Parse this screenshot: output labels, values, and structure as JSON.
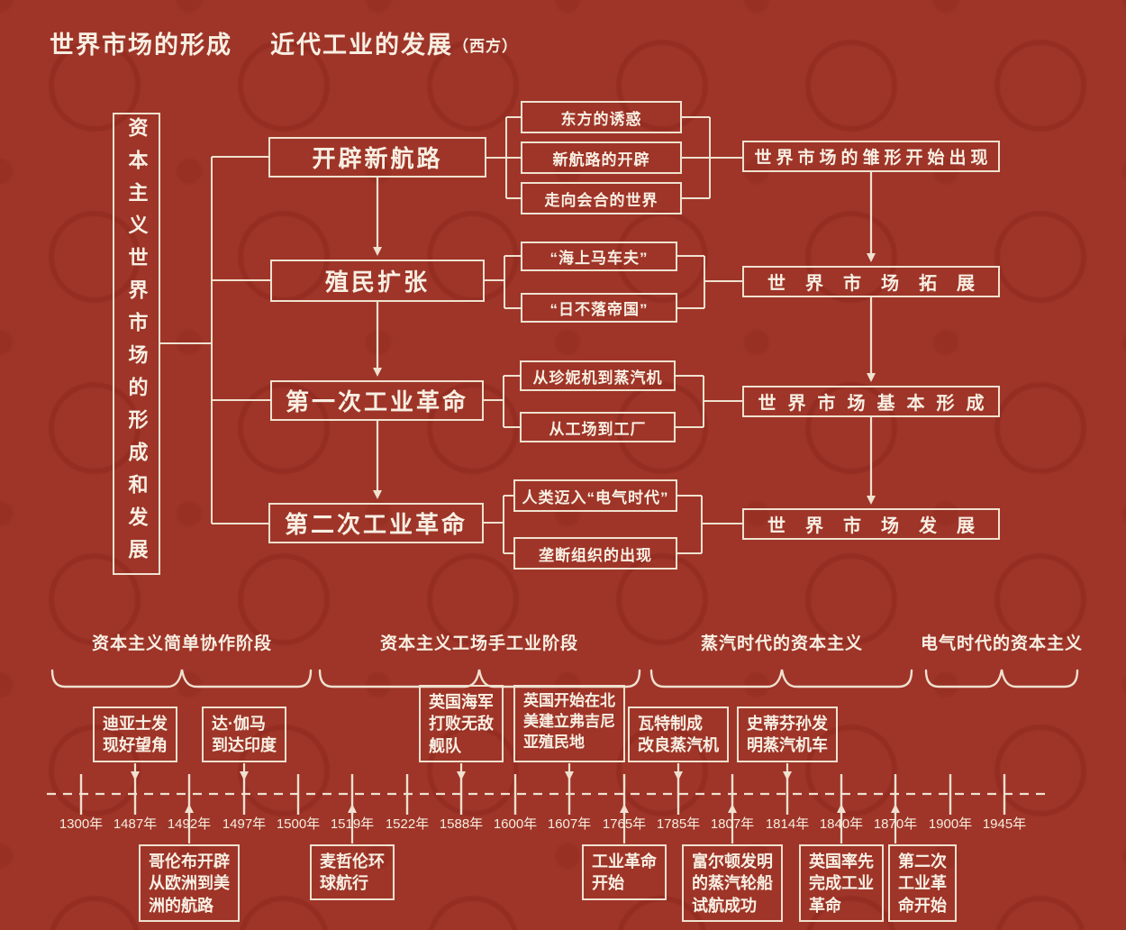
{
  "title": {
    "part1": "世界市场的形成",
    "part2": "近代工业的发展",
    "part2_suffix": "（西方）"
  },
  "left_axis_label": "资本主义世界市场的形成和发展",
  "flow_rows": [
    {
      "main": "开辟新航路",
      "subs": [
        "东方的诱惑",
        "新航路的开辟",
        "走向会合的世界"
      ],
      "result": "世界市场的雏形开始出现"
    },
    {
      "main": "殖民扩张",
      "subs": [
        "“海上马车夫”",
        "“日不落帝国”"
      ],
      "result": "世界市场拓展"
    },
    {
      "main": "第一次工业革命",
      "subs": [
        "从珍妮机到蒸汽机",
        "从工场到工厂"
      ],
      "result": "世界市场基本形成"
    },
    {
      "main": "第二次工业革命",
      "subs": [
        "人类迈入“电气时代”",
        "垄断组织的出现"
      ],
      "result": "世界市场发展"
    }
  ],
  "phases": [
    "资本主义简单协作阶段",
    "资本主义工场手工业阶段",
    "蒸汽时代的资本主义",
    "电气时代的资本主义"
  ],
  "timeline": {
    "years": [
      "1300年",
      "1487年",
      "1492年",
      "1497年",
      "1500年",
      "1519年",
      "1522年",
      "1588年",
      "1600年",
      "1607年",
      "1765年",
      "1785年",
      "1807年",
      "1814年",
      "1840年",
      "1870年",
      "1900年",
      "1945年"
    ]
  },
  "events_above": [
    {
      "label": "迪亚士发\n现好望角",
      "arrow_to_year": "1487年"
    },
    {
      "label": "达·伽马\n到达印度",
      "arrow_to_year": "1497年"
    },
    {
      "label": "英国海军\n打败无敌\n舰队",
      "arrow_to_year": "1588年"
    },
    {
      "label": "英国开始在北\n美建立弗吉尼\n亚殖民地",
      "arrow_to_year": "1607年"
    },
    {
      "label": "瓦特制成\n改良蒸汽机",
      "arrow_to_year": "1785年"
    },
    {
      "label": "史蒂芬孙发\n明蒸汽机车",
      "arrow_to_year": "1814年"
    }
  ],
  "events_below": [
    {
      "label": "哥伦布开辟\n从欧洲到美\n洲的航路",
      "arrow_to_year": "1492年"
    },
    {
      "label": "麦哲伦环\n球航行",
      "arrow_to_year": "1519年"
    },
    {
      "label": "工业革命\n开始",
      "arrow_to_year": "1765年"
    },
    {
      "label": "富尔顿发明\n的蒸汽轮船\n试航成功",
      "arrow_to_year": "1807年"
    },
    {
      "label": "英国率先\n完成工业\n革命",
      "arrow_to_year": "1840年"
    },
    {
      "label": "第二次\n工业革\n命开始",
      "arrow_to_year": "1870年"
    }
  ],
  "colors": {
    "background": "#9e3528",
    "line": "#f0e1d0",
    "text": "#f8efe3"
  }
}
